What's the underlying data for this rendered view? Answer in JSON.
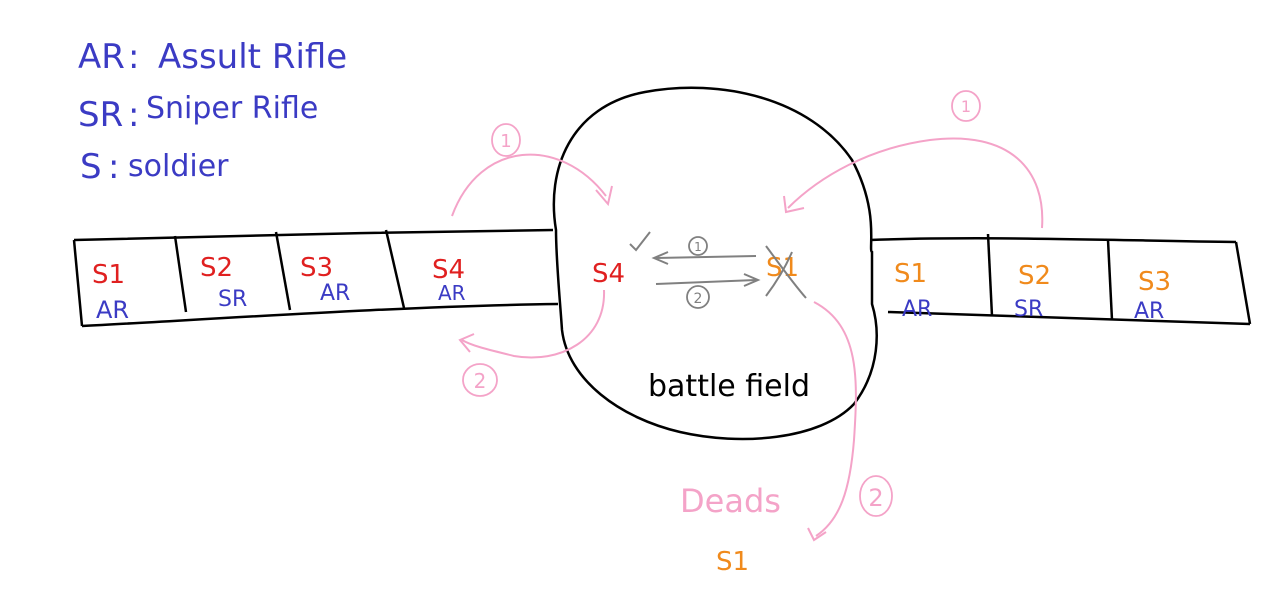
{
  "legend": [
    {
      "code": "AR",
      "sep": ":",
      "meaning": "Assult Rifle"
    },
    {
      "code": "SR",
      "sep": ":",
      "meaning": "Sniper Rifle"
    },
    {
      "code": "S",
      "sep": ":",
      "meaning": "soldier"
    }
  ],
  "left_queue": [
    {
      "soldier": "S1",
      "weapon": "AR"
    },
    {
      "soldier": "S2",
      "weapon": "SR"
    },
    {
      "soldier": "S3",
      "weapon": "AR"
    },
    {
      "soldier": "S4",
      "weapon": "AR"
    }
  ],
  "right_queue": [
    {
      "soldier": "S1",
      "weapon": "AR"
    },
    {
      "soldier": "S2",
      "weapon": "SR"
    },
    {
      "soldier": "S3",
      "weapon": "AR"
    }
  ],
  "battlefield": {
    "label": "battle field",
    "left_fighter": "S4",
    "right_fighter": "S1",
    "fire_steps": [
      "1",
      "2"
    ]
  },
  "flow_steps": {
    "left_enter": "1",
    "left_return": "2",
    "right_enter": "1",
    "to_deads": "2"
  },
  "deads": {
    "label": "Deads",
    "items": [
      "S1"
    ]
  },
  "colors": {
    "legend": "#3b3bc4",
    "left_team": "#e02020",
    "right_team": "#f08a1c",
    "weapon": "#3b3bc4",
    "flow": "#f4a3c8",
    "fire": "#808080",
    "outline": "#000000"
  }
}
